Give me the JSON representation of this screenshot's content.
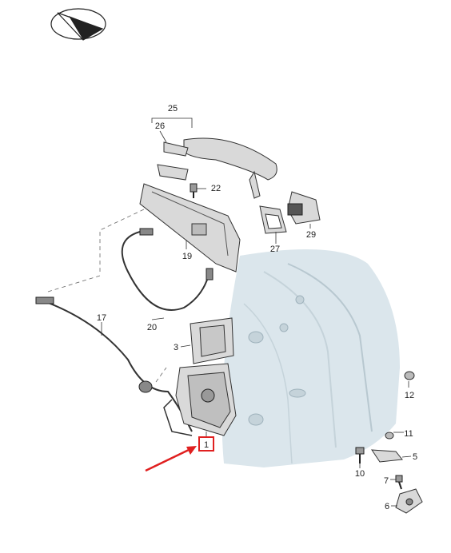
{
  "diagram": {
    "part_numbers": [
      "25",
      "26",
      "22",
      "29",
      "27",
      "19",
      "20",
      "17",
      "3",
      "12",
      "1",
      "11",
      "5",
      "10",
      "7",
      "6"
    ],
    "highlighted_part": "1",
    "colors": {
      "door_panel": "#dbe6ec",
      "highlight_box": "#e02020",
      "arrow": "#e02020",
      "line": "#333333"
    },
    "icons": [
      "logo-compass-icon"
    ]
  }
}
